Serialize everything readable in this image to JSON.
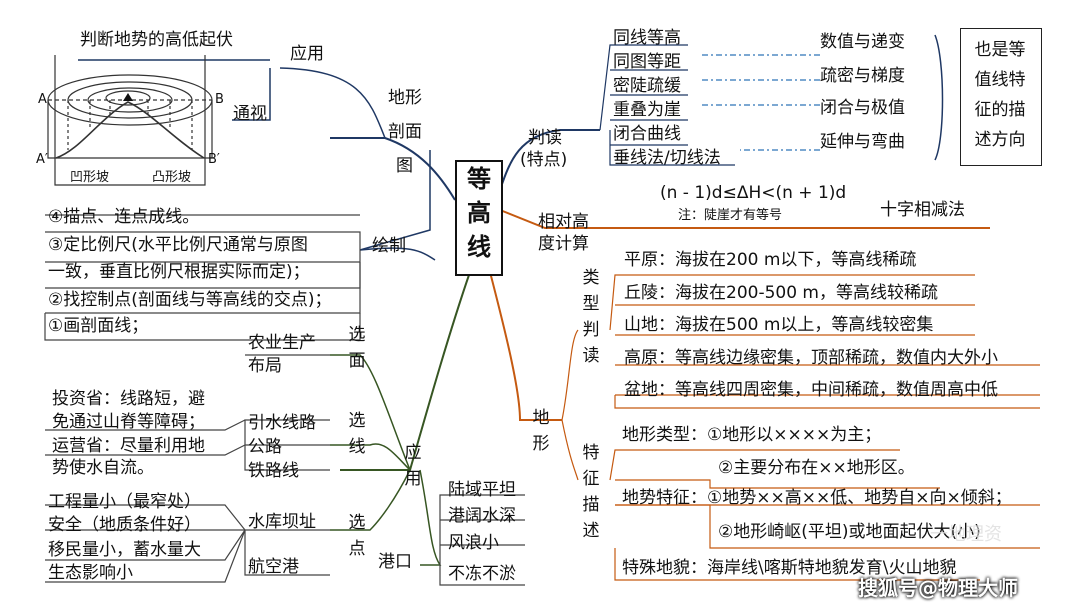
{
  "center": {
    "c1": "等",
    "c2": "高",
    "c3": "线"
  },
  "colors": {
    "navy": "#1f3864",
    "orange": "#c55a11",
    "green": "#375623",
    "dark": "#222222",
    "blue_dash": "#2e75b6"
  },
  "profile": {
    "branch_label": [
      "地形",
      "剖面",
      "图"
    ],
    "apply": "应用",
    "apply_sub": "判断地势的高低起伏",
    "view": "通视",
    "draw": "绘制",
    "steps": [
      "④描点、连点成线。",
      "③定比例尺(水平比例尺通常与原图",
      "一致，垂直比例尺根据实际而定)；",
      "②找控制点(剖面线与等高线的交点)；",
      "①画剖面线；"
    ],
    "fig": {
      "A": "A",
      "B": "B",
      "A2": "A′",
      "B2": "B′",
      "concave": "凹形坡",
      "convex": "凸形坡"
    }
  },
  "reading": {
    "label": [
      "判读",
      "(特点)"
    ],
    "items": [
      "同线等高",
      "同图等距",
      "密陡疏缓",
      "重叠为崖",
      "闭合曲线",
      "垂线法/切线法"
    ],
    "pairs": [
      "数值与递变",
      "疏密与梯度",
      "闭合与极值",
      "延伸与弯曲"
    ],
    "box": [
      "也是等",
      "值线特",
      "征的描",
      "述方向"
    ]
  },
  "relative": {
    "label": [
      "相对高",
      "度计算"
    ],
    "formula": "(n - 1)d≤ΔH<(n + 1)d",
    "note": "注：陡崖才有等号",
    "method": "十字相减法"
  },
  "terrain": {
    "label": "地形",
    "type_label": "类型判读",
    "types": [
      "平原：海拔在200 m以下，等高线稀疏",
      "丘陵：海拔在200-500 m，等高线较稀疏",
      "山地：海拔在500 m以上，等高线较密集",
      "高原：等高线边缘密集，顶部稀疏，数值内大外小",
      "盆地：等高线四周密集，中间稀疏，数值周高中低"
    ],
    "desc_label": "特征描述",
    "desc": [
      "地形类型：①地形以××××为主；",
      "②主要分布在××地形区。",
      "地势特征：①地势××高××低、地势自×向×倾斜；",
      "②地形崎岖(平坦)或地面起伏大(小)",
      "特殊地貌：海岸线\\喀斯特地貌发育\\火山地貌"
    ]
  },
  "application": {
    "label": "应用",
    "xuanmian": "选面",
    "agri": [
      "农业生产",
      "布局"
    ],
    "xuanxian": "选线",
    "routes": [
      "引水线路",
      "公路",
      "铁路线"
    ],
    "route_notes": [
      "投资省：线路短，避",
      "免通过山脊等障碍；",
      "运营省：尽量利用地",
      "势使水自流。"
    ],
    "xuandian": "选点",
    "points": [
      "水库坝址",
      "航空港"
    ],
    "dam_notes": [
      "工程量小（最窄处）",
      "安全（地质条件好）",
      "移民量小，蓄水量大",
      "生态影响小"
    ],
    "port": "港口",
    "port_notes": [
      "陆域平坦",
      "港阔水深",
      "风浪小",
      "不冻不淤"
    ]
  },
  "watermark": {
    "a": "一地理资",
    "b": "搜狐号@物理大师"
  }
}
